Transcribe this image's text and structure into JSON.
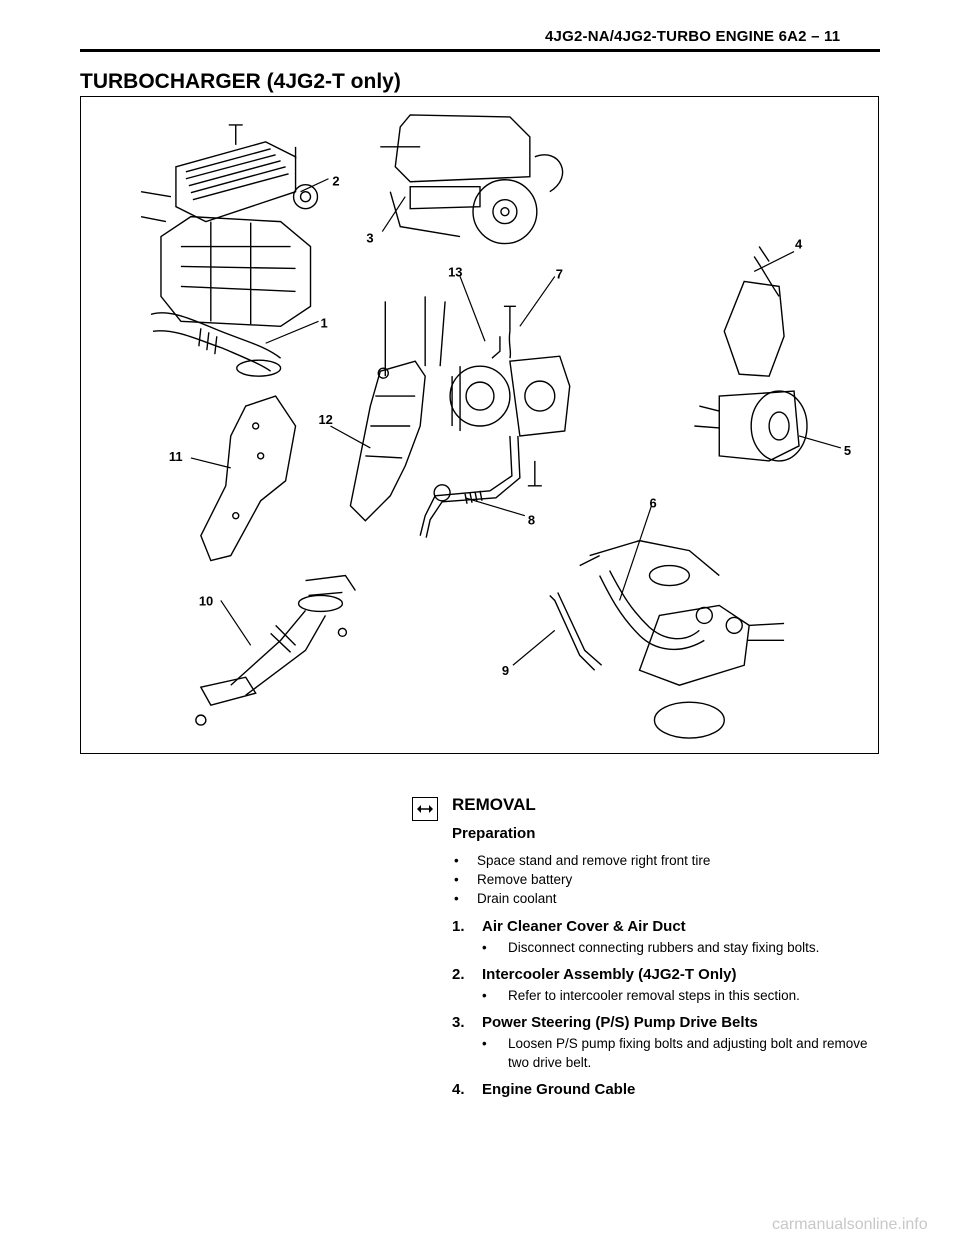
{
  "header": {
    "running_title": "4JG2-NA/4JG2-TURBO ENGINE 6A2 – 11"
  },
  "section_title": "TURBOCHARGER (4JG2-T only)",
  "figure": {
    "callouts": [
      "1",
      "2",
      "3",
      "4",
      "5",
      "6",
      "7",
      "8",
      "9",
      "10",
      "11",
      "12",
      "13"
    ]
  },
  "removal": {
    "heading": "REMOVAL",
    "icon": "removal-arrows-icon",
    "preparation_heading": "Preparation",
    "preparation": [
      "Space stand and remove right front tire",
      "Remove battery",
      "Drain coolant"
    ],
    "steps": [
      {
        "num": "1.",
        "title": "Air Cleaner Cover & Air Duct",
        "notes": [
          "Disconnect connecting rubbers and stay fixing bolts."
        ]
      },
      {
        "num": "2.",
        "title": "Intercooler Assembly (4JG2-T Only)",
        "notes": [
          "Refer to intercooler removal steps in this section."
        ]
      },
      {
        "num": "3.",
        "title": "Power Steering (P/S) Pump Drive Belts",
        "notes": [
          "Loosen P/S pump fixing bolts and adjusting bolt and remove two drive belt."
        ]
      },
      {
        "num": "4.",
        "title": "Engine Ground Cable",
        "notes": []
      }
    ]
  },
  "watermark": "carmanualsonline.info"
}
